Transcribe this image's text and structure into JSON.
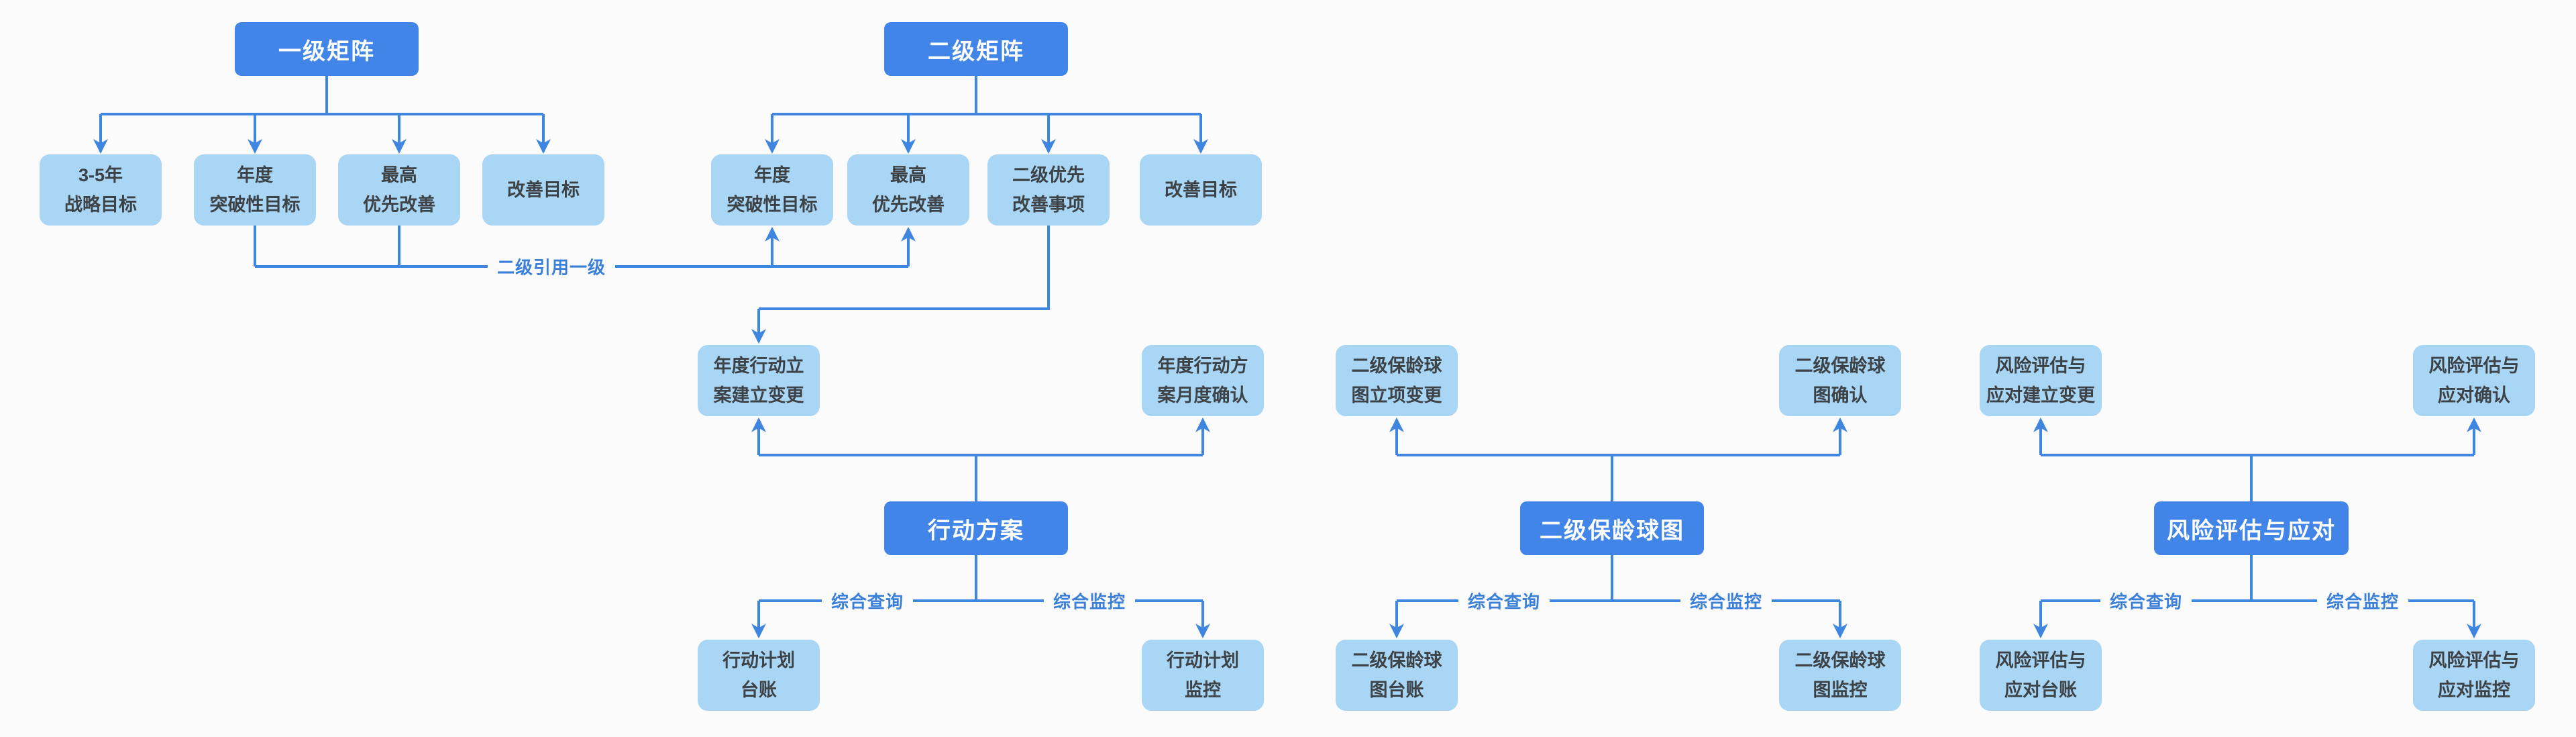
{
  "colors": {
    "primary": "#4285e8",
    "node_fill": "#a9d6f5",
    "line": "#3f86e0",
    "label_text": "#3a7fd8",
    "node_text": "#3d4247",
    "background": "#fbfbfc"
  },
  "edges": {
    "ref_label": "二级引用一级",
    "query_label": "综合查询",
    "monitor_label": "综合监控"
  },
  "diagram": {
    "matrix1": {
      "title": "一级矩阵",
      "items": [
        [
          "3-5年",
          "战略目标"
        ],
        [
          "年度",
          "突破性目标"
        ],
        [
          "最高",
          "优先改善"
        ],
        [
          "改善目标"
        ]
      ]
    },
    "matrix2": {
      "title": "二级矩阵",
      "items": [
        [
          "年度",
          "突破性目标"
        ],
        [
          "最高",
          "优先改善"
        ],
        [
          "二级优先",
          "改善事项"
        ],
        [
          "改善目标"
        ]
      ]
    },
    "action": {
      "title": "行动方案",
      "top": [
        [
          "年度行动立",
          "案建立变更"
        ],
        [
          "年度行动方",
          "案月度确认"
        ]
      ],
      "bottom": [
        [
          "行动计划",
          "台账"
        ],
        [
          "行动计划",
          "监控"
        ]
      ]
    },
    "bowling": {
      "title": "二级保龄球图",
      "top": [
        [
          "二级保龄球",
          "图立项变更"
        ],
        [
          "二级保龄球",
          "图确认"
        ]
      ],
      "bottom": [
        [
          "二级保龄球",
          "图台账"
        ],
        [
          "二级保龄球",
          "图监控"
        ]
      ]
    },
    "risk": {
      "title": "风险评估与应对",
      "top": [
        [
          "风险评估与",
          "应对建立变更"
        ],
        [
          "风险评估与",
          "应对确认"
        ]
      ],
      "bottom": [
        [
          "风险评估与",
          "应对台账"
        ],
        [
          "风险评估与",
          "应对监控"
        ]
      ]
    }
  }
}
